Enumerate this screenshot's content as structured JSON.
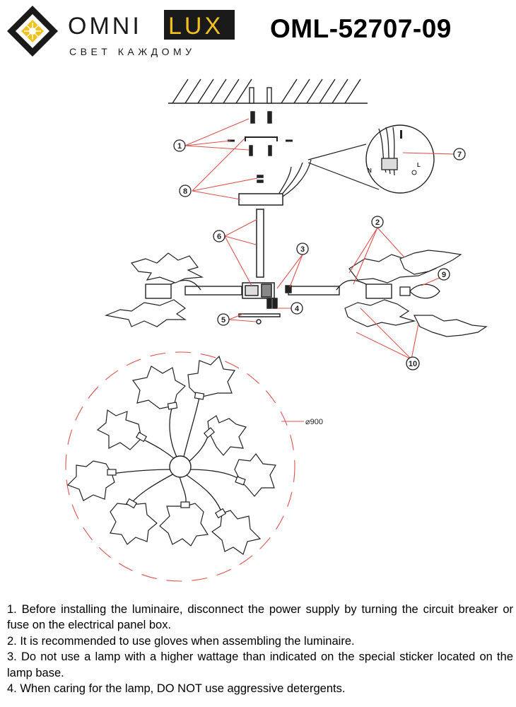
{
  "brand": {
    "name_left": "OMNI",
    "name_right": "LUX",
    "tagline": "СВЕТ КАЖДОМУ",
    "accent_color": "#f3c11b",
    "dark_color": "#1a1a1a"
  },
  "model": "OML-52707-09",
  "diagram": {
    "callouts": [
      "1",
      "2",
      "3",
      "4",
      "5",
      "6",
      "7",
      "8",
      "9",
      "10"
    ],
    "wiring_labels": {
      "l": "L",
      "n": "N"
    },
    "diameter_label": "⌀900",
    "leader_color": "#d9534f"
  },
  "notes": [
    "1. Before installing the luminaire, disconnect the power supply by turning the circuit breaker or fuse on the electrical panel box.",
    "2. It is recommended to use gloves when assembling the luminaire.",
    "3. Do not use a lamp with a higher wattage than indicated on the special sticker located on the lamp base.",
    "4. When caring for the lamp, DO NOT use aggressive detergents."
  ]
}
